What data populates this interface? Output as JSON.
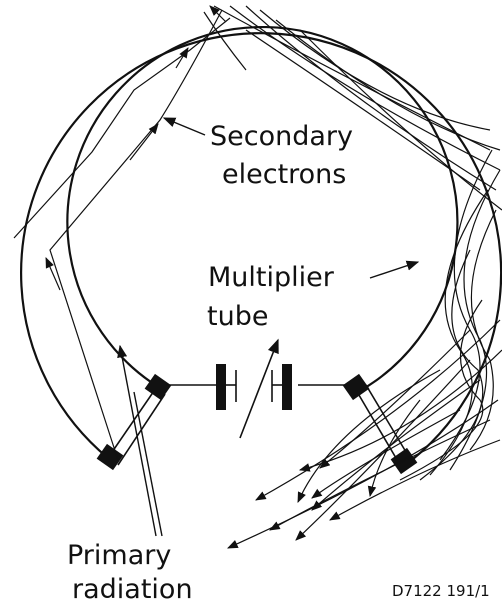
{
  "labels": {
    "secondary_line1": "Secondary",
    "secondary_line2": "electrons",
    "multiplier_line1": "Multiplier",
    "multiplier_line2": "tube",
    "primary_line1": "Primary",
    "primary_line2": "radiation",
    "reference": "D7122  191/1"
  },
  "colors": {
    "ink": "#111111",
    "background": "#ffffff"
  },
  "icons": {
    "battery": "battery-symbol",
    "variable": "variable-resistor-arrow"
  }
}
